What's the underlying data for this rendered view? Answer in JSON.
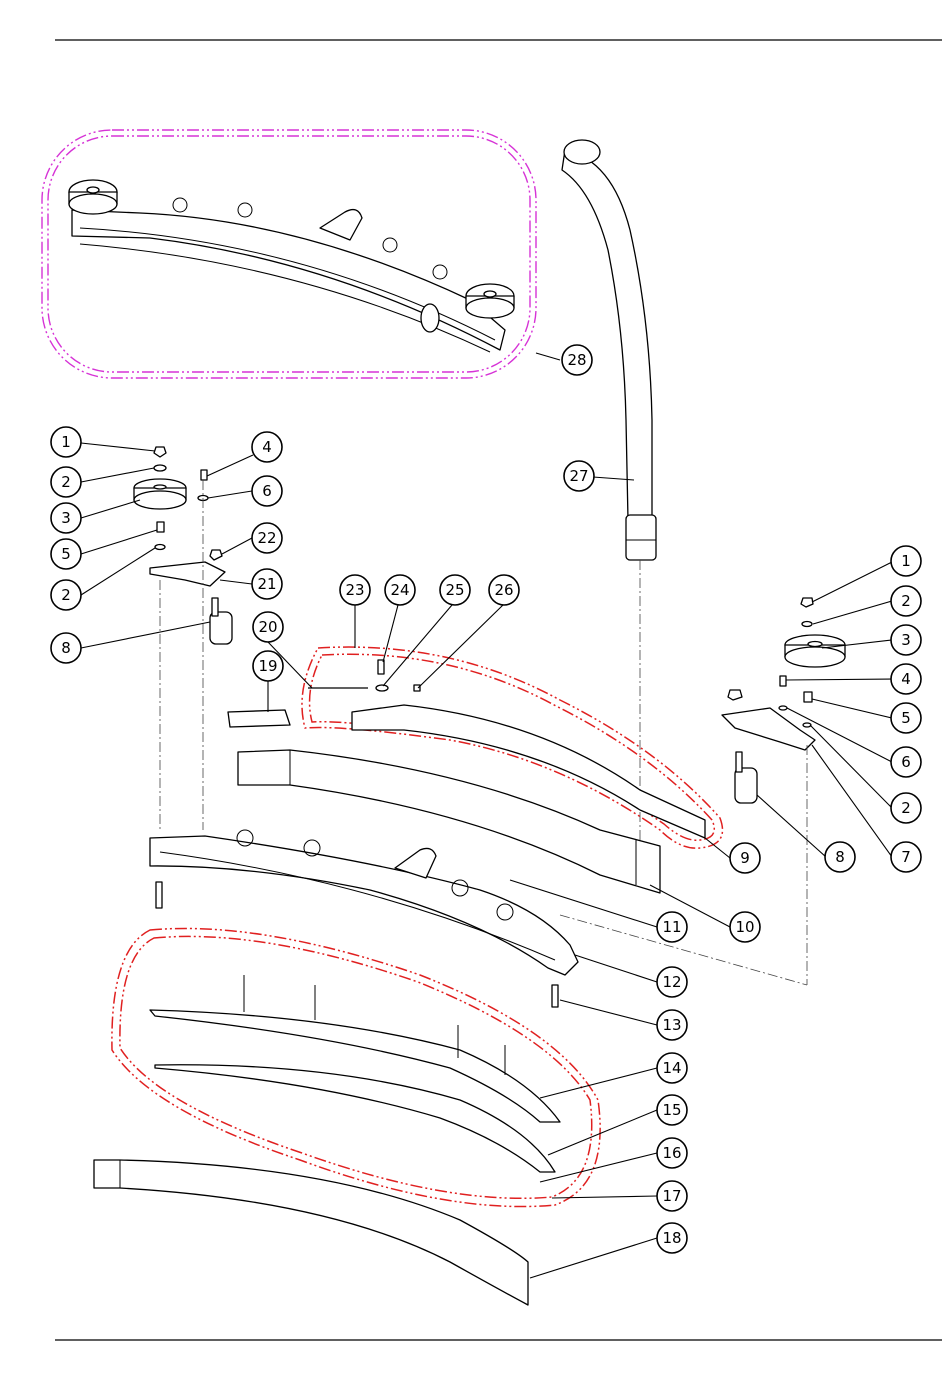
{
  "colors": {
    "line": "#000000",
    "assembly_outline": "#d633d6",
    "subassembly_outline": "#e02020"
  },
  "callouts": [
    {
      "id": "c1a",
      "label": "1"
    },
    {
      "id": "c2a",
      "label": "2"
    },
    {
      "id": "c3a",
      "label": "3"
    },
    {
      "id": "c5a",
      "label": "5"
    },
    {
      "id": "c2b",
      "label": "2"
    },
    {
      "id": "c8a",
      "label": "8"
    },
    {
      "id": "c4a",
      "label": "4"
    },
    {
      "id": "c6a",
      "label": "6"
    },
    {
      "id": "c22",
      "label": "22"
    },
    {
      "id": "c21",
      "label": "21"
    },
    {
      "id": "c20",
      "label": "20"
    },
    {
      "id": "c19",
      "label": "19"
    },
    {
      "id": "c23",
      "label": "23"
    },
    {
      "id": "c24",
      "label": "24"
    },
    {
      "id": "c25",
      "label": "25"
    },
    {
      "id": "c26",
      "label": "26"
    },
    {
      "id": "c27",
      "label": "27"
    },
    {
      "id": "c28",
      "label": "28"
    },
    {
      "id": "c1b",
      "label": "1"
    },
    {
      "id": "c2c",
      "label": "2"
    },
    {
      "id": "c3b",
      "label": "3"
    },
    {
      "id": "c4b",
      "label": "4"
    },
    {
      "id": "c5b",
      "label": "5"
    },
    {
      "id": "c6b",
      "label": "6"
    },
    {
      "id": "c2d",
      "label": "2"
    },
    {
      "id": "c7",
      "label": "7"
    },
    {
      "id": "c8b",
      "label": "8"
    },
    {
      "id": "c9",
      "label": "9"
    },
    {
      "id": "c10",
      "label": "10"
    },
    {
      "id": "c11",
      "label": "11"
    },
    {
      "id": "c12",
      "label": "12"
    },
    {
      "id": "c13",
      "label": "13"
    },
    {
      "id": "c14",
      "label": "14"
    },
    {
      "id": "c15",
      "label": "15"
    },
    {
      "id": "c16",
      "label": "16"
    },
    {
      "id": "c17",
      "label": "17"
    },
    {
      "id": "c18",
      "label": "18"
    }
  ]
}
